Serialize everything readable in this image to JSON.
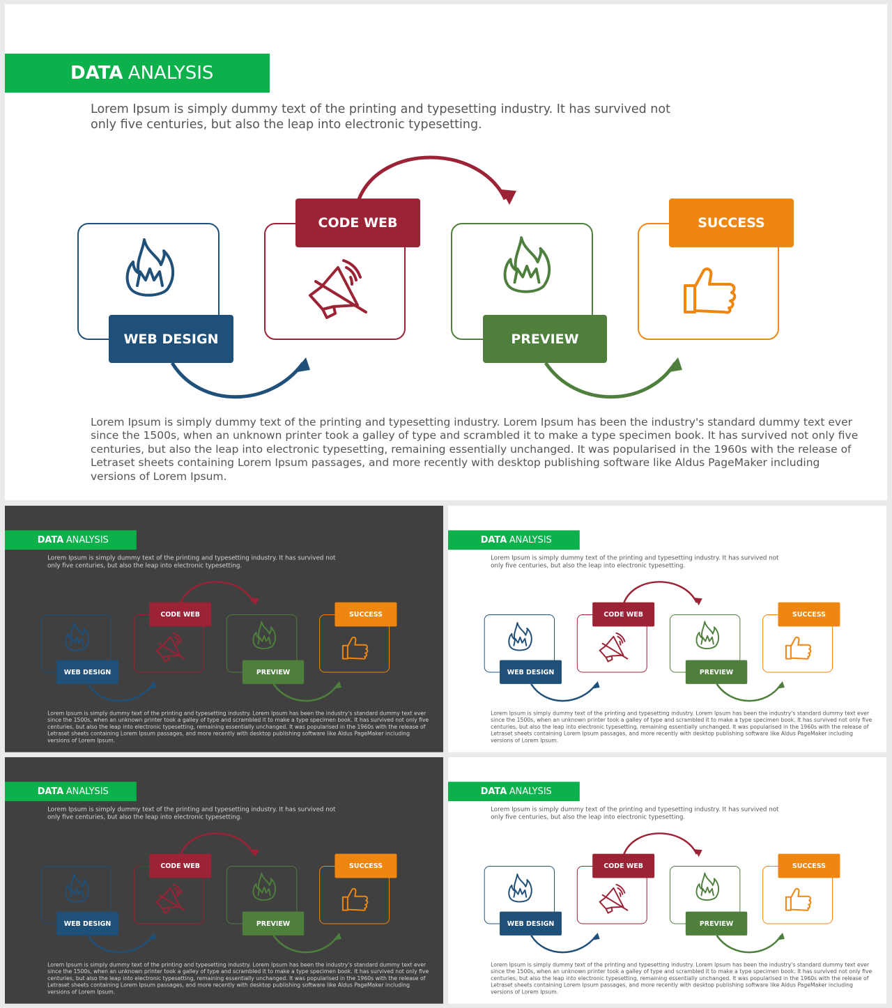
{
  "slide": {
    "title_bold": "DATA",
    "title_rest": "ANALYSIS",
    "intro_line1": "Lorem Ipsum is simply dummy text of the printing and typesetting industry. It has survived not",
    "intro_line2": "only five centuries, but also the leap into electronic typesetting.",
    "body_lines": [
      "Lorem Ipsum is simply dummy text of the printing and typesetting industry. Lorem Ipsum has been the industry's standard dummy text ever",
      "since the 1500s, when an unknown printer took a galley of type and scrambled it to make a type specimen book. It has survived not only five",
      "centuries, but also the leap into electronic typesetting, remaining essentially unchanged. It was popularised in the 1960s with the release of",
      "Letraset sheets containing Lorem Ipsum passages, and more recently with desktop publishing software like Aldus PageMaker including",
      "versions of Lorem Ipsum."
    ],
    "steps": [
      {
        "label": "WEB DESIGN",
        "icon": "flame-icon",
        "color": "#1f507a"
      },
      {
        "label": "CODE WEB",
        "icon": "speaker-mute-icon",
        "color": "#9b2335"
      },
      {
        "label": "PREVIEW",
        "icon": "flame-icon",
        "color": "#4e7f3c"
      },
      {
        "label": "SUCCESS",
        "icon": "thumbs-up-icon",
        "color": "#ef8610"
      }
    ],
    "accent_color": "#0db14b"
  },
  "variants": [
    {
      "theme": "dark"
    },
    {
      "theme": "light"
    },
    {
      "theme": "dark"
    },
    {
      "theme": "light"
    }
  ]
}
